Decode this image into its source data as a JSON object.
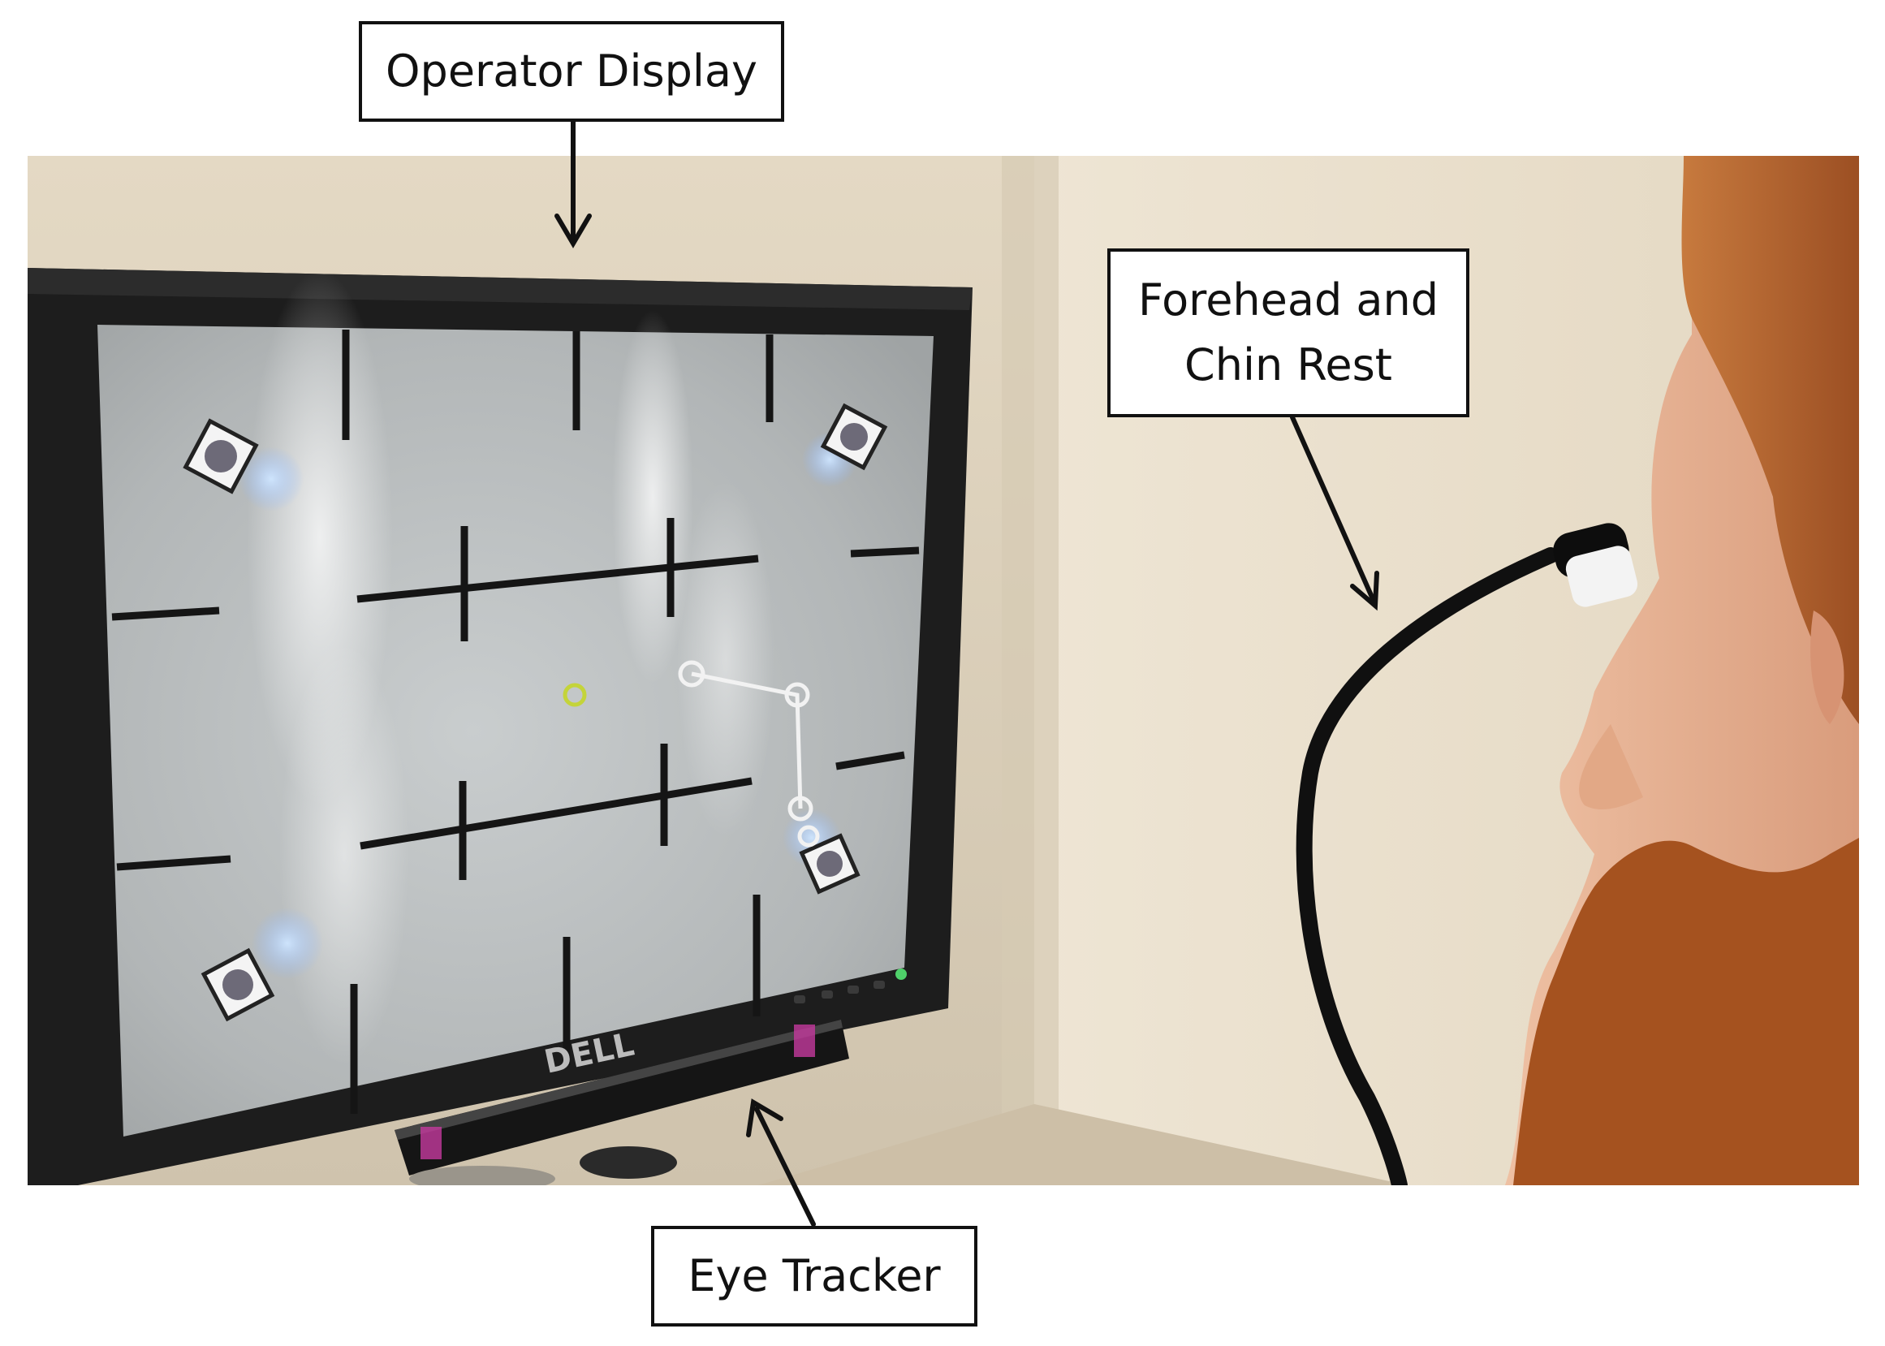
{
  "labels": {
    "operator_display": "Operator Display",
    "forehead_line1": "Forehead and",
    "forehead_line2": "Chin Rest",
    "eye_tracker": "Eye Tracker"
  },
  "monitor_brand": "DELL",
  "colors": {
    "wall": "#e9dfcd",
    "wall_shadow": "#d2c6b1",
    "bezel": "#1e1e1e",
    "screen": "#b8bcbd",
    "hair": "#b0612d",
    "skin": "#e6b092",
    "fixation_target": "#c4d43a",
    "tracker_led": "#c43a9e"
  }
}
